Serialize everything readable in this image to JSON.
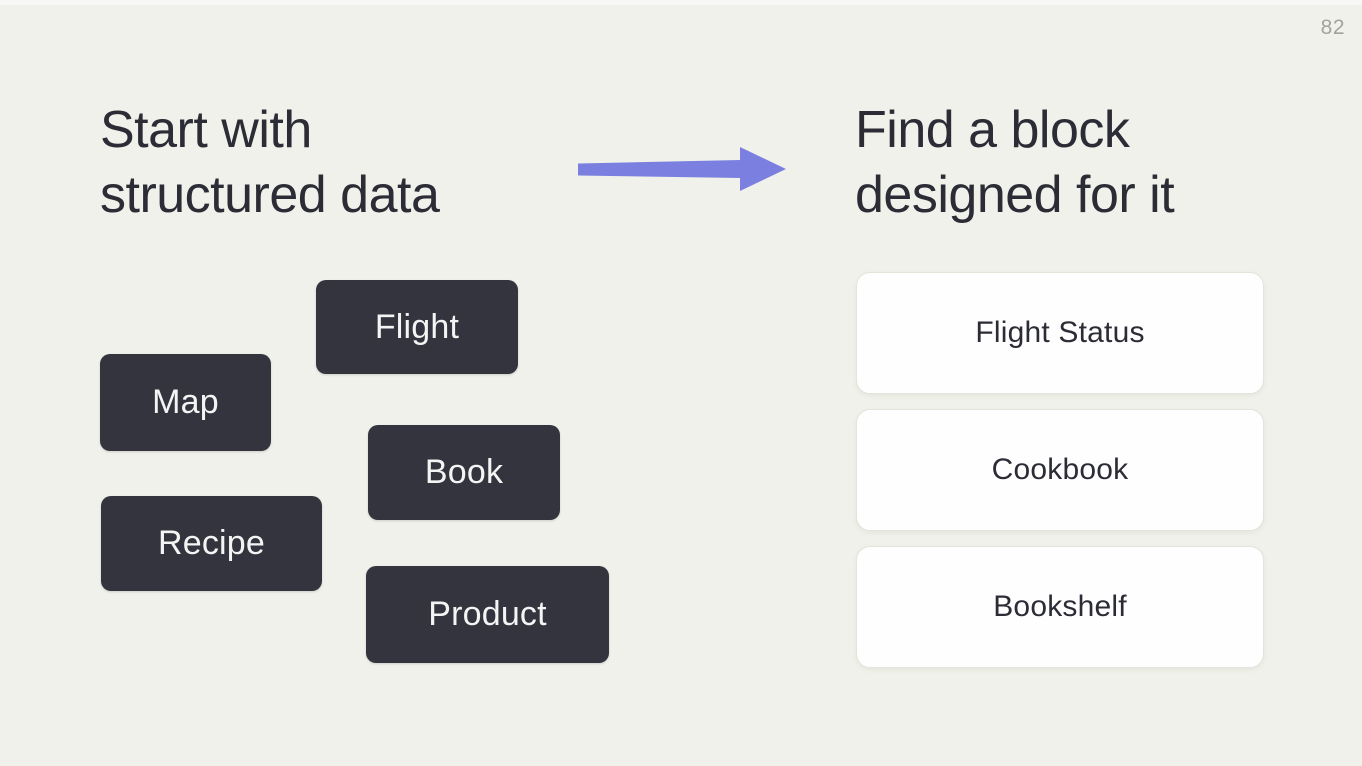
{
  "page_number": "82",
  "colors": {
    "background": "#f0f1ea",
    "heading": "#2b2c35",
    "chip_bg": "#33343e",
    "chip_text": "#f4f4f4",
    "card_bg": "#fefefe",
    "card_border": "#e3e4dc",
    "card_text": "#2b2c35",
    "arrow": "#7b80e0",
    "page_number": "#a3a39e"
  },
  "left": {
    "heading_line1": "Start with",
    "heading_line2": "structured data",
    "chips": [
      {
        "label": "Flight"
      },
      {
        "label": "Map"
      },
      {
        "label": "Book"
      },
      {
        "label": "Recipe"
      },
      {
        "label": "Product"
      }
    ]
  },
  "right": {
    "heading_line1": "Find a block",
    "heading_line2": "designed for it",
    "cards": [
      {
        "label": "Flight Status"
      },
      {
        "label": "Cookbook"
      },
      {
        "label": "Bookshelf"
      }
    ]
  }
}
